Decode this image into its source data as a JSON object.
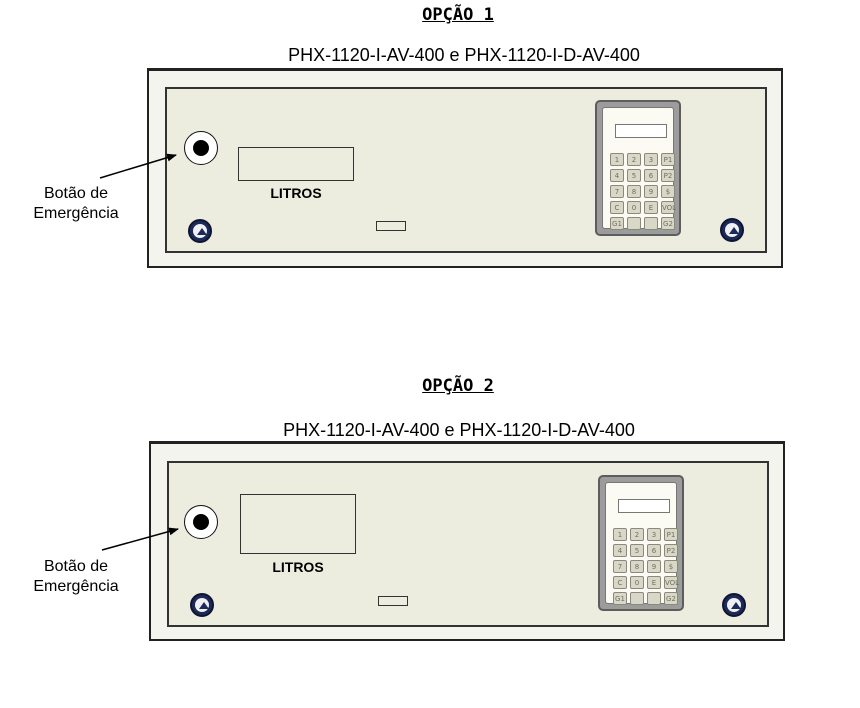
{
  "options": [
    {
      "title": "OPÇÃO 1",
      "model": "PHX-1120-I-AV-400 e PHX-1120-I-D-AV-400",
      "display_label": "LITROS",
      "callout": [
        "Botão de",
        "Emergência"
      ]
    },
    {
      "title": "OPÇÃO 2",
      "model": "PHX-1120-I-AV-400 e PHX-1120-I-D-AV-400",
      "display_label": "LITROS",
      "callout": [
        "Botão de",
        "Emergência"
      ]
    }
  ],
  "keypad_keys": [
    "1",
    "2",
    "3",
    "P1",
    "4",
    "5",
    "6",
    "P2",
    "7",
    "8",
    "9",
    "$",
    "C",
    "0",
    "E",
    "VOL",
    "G1",
    "",
    "",
    "G2"
  ],
  "colors": {
    "screw": "#1d2a57",
    "panel": "#ececdf",
    "keypad_frame": "#9c9c9c"
  }
}
